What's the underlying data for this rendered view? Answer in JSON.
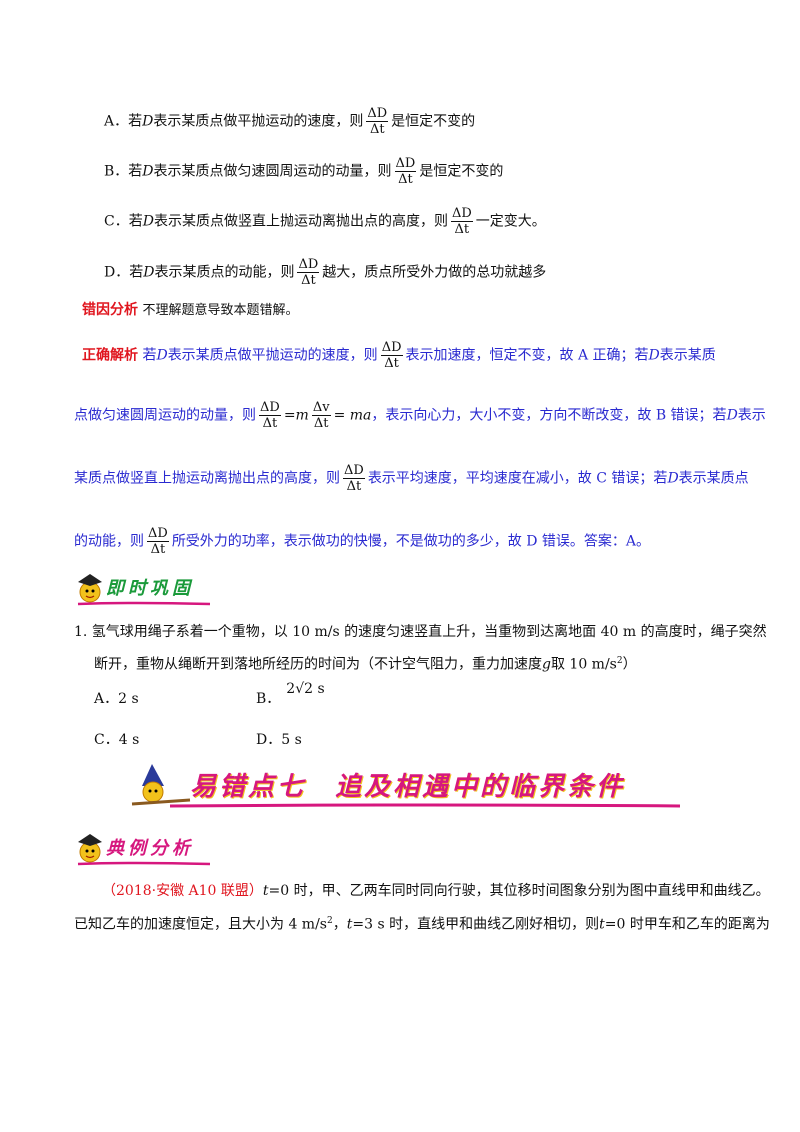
{
  "options_top": {
    "A": {
      "prefix": "A．若",
      "D": "D",
      "mid": "表示某质点做平抛运动的速度，则",
      "suffix": "是恒定不变的"
    },
    "B": {
      "prefix": "B．若",
      "D": "D",
      "mid": "表示某质点做匀速圆周运动的动量，则",
      "suffix": "是恒定不变的"
    },
    "C": {
      "prefix": "C．若",
      "D": "D",
      "mid": "表示某质点做竖直上抛运动离抛出点的高度，则",
      "suffix": "一定变大。"
    },
    "D": {
      "prefix": "D．若",
      "D": "D",
      "mid": "表示某质点的动能，则",
      "suffix": "越大，质点所受外力做的总功就越多"
    }
  },
  "frac": {
    "num": "ΔD",
    "den": "Δt",
    "num2": "Δv"
  },
  "error_analysis": {
    "head": "错因分析",
    "text": "不理解题意导致本题错解。"
  },
  "correct_analysis": {
    "head": "正确解析",
    "l1a": "若",
    "l1D": "D",
    "l1b": "表示某质点做平抛运动的速度，则",
    "l1c": "表示加速度，恒定不变，故 A 正确；若",
    "l1D2": "D",
    "l1d": "表示某质",
    "l2a": "点做匀速圆周运动的动量，则",
    "l2eq1": "=m",
    "l2eq2": "= ma",
    "l2b": "，表示向心力，大小不变，方向不断改变，故 B 错误；若",
    "l2D": "D",
    "l2c": "表示",
    "l3a": "某质点做竖直上抛运动离抛出点的高度，则",
    "l3b": "表示平均速度，平均速度在减小，故 C 错误；若",
    "l3D": "D",
    "l3c": "表示某质点",
    "l4a": "的动能，则",
    "l4b": "所受外力的功率，表示做功的快慢，不是做功的多少，故 D 错误。答案：A。"
  },
  "tag1": "即时巩固",
  "q1": {
    "l1": "1. 氢气球用绳子系着一个重物，以 10 m/s 的速度匀速竖直上升，当重物到达离地面 40 m 的高度时，绳子突然",
    "l2a": "断开，重物从绳断开到落地所经历的时间为（不计空气阻力，重力加速度",
    "l2g": "g",
    "l2b": "取 10 m/s",
    "l2sup": "2",
    "l2c": "）",
    "optA": "A．2 s",
    "optB": "B．",
    "optB_val": "2√2 s",
    "optC": "C．4 s",
    "optD": "D．5 s"
  },
  "banner": "易错点七　追及相遇中的临界条件",
  "tag2": "典例分析",
  "example": {
    "source": "（2018·安徽 A10 联盟）",
    "l1a": "t",
    "l1b": "=0 时，甲、乙两车同时同向行驶，其位移时间图象分别为图中直线甲和曲线乙。",
    "l2a": "已知乙车的加速度恒定，且大小为 4 m/s",
    "l2sup": "2",
    "l2b": "，",
    "l2t": "t",
    "l2c": "=3 s 时，直线甲和曲线乙刚好相切，则",
    "l2t2": "t",
    "l2d": "=0 时甲车和乙车的距离为"
  },
  "colors": {
    "red": "#e0161f",
    "blue": "#2a2ad0",
    "magenta": "#d6177e",
    "green": "#1a9a3a",
    "orange": "#f29a1b"
  }
}
